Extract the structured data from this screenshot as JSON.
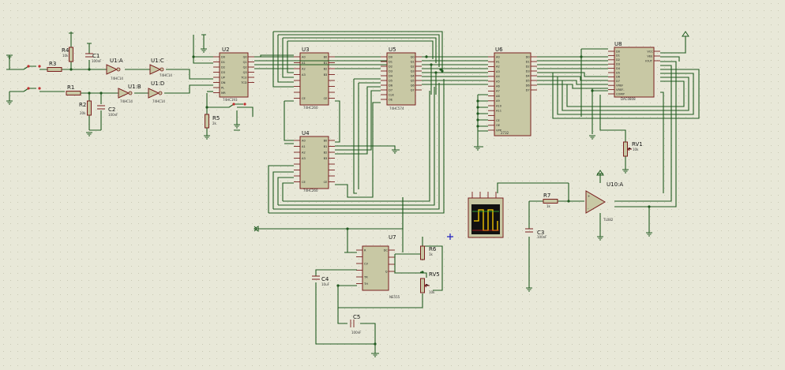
{
  "labels": {
    "u1a": "U1:A",
    "u1b": "U1:B",
    "u1c": "U1:C",
    "u1d": "U1:D",
    "u2": "U2",
    "u3": "U3",
    "u4": "U4",
    "u5": "U5",
    "u6": "U6",
    "u7": "U7",
    "u8": "U8",
    "u10a": "U10:A",
    "r1": "R1",
    "r2": "R2",
    "r3": "R3",
    "r4": "R4",
    "r5": "R5",
    "r6": "R6",
    "r7": "R7",
    "rv1": "RV1",
    "rv5": "RV5",
    "c1": "C1",
    "c2": "C2",
    "c3": "C3",
    "c4": "C4",
    "c5": "C5"
  },
  "values": {
    "r4": "10k",
    "c1": "100nF",
    "r2": "20k",
    "c2": "100nF",
    "r5": "2k",
    "rv1": "10k",
    "r6": "1k",
    "rv5": "10k",
    "c4": "10uF",
    "c5": "100nF",
    "r7": "1k",
    "c3": "100nF",
    "u1": "74HC14",
    "u2": "74HC193",
    "u3": "74HC260",
    "u4": "74HC260",
    "u5": "74HC574",
    "u6": "2732",
    "u7": "NE555",
    "u8": "DAC0808",
    "u10": "TL082"
  },
  "pins": {
    "u2_left": [
      "D0",
      "D1",
      "D2",
      "D3",
      "UP",
      "DN",
      "PL",
      "MR"
    ],
    "u2_right": [
      "Q0",
      "Q1",
      "Q2",
      "Q3",
      "TCU",
      "TCD"
    ],
    "u3_left": [
      "A0",
      "A1",
      "A2",
      "A3",
      "",
      "",
      "",
      "CE"
    ],
    "u3_right": [
      "B0",
      "B1",
      "B2",
      "B3",
      "",
      "",
      "",
      "CE"
    ],
    "u5_left": [
      "D0",
      "D1",
      "D2",
      "D3",
      "D4",
      "D5",
      "D6",
      "D7",
      "CLK",
      "OE"
    ],
    "u5_right": [
      "Q0",
      "Q1",
      "Q2",
      "Q3",
      "Q4",
      "Q5",
      "Q6",
      "Q7"
    ],
    "u6_left": [
      "A0",
      "A1",
      "A2",
      "A3",
      "A4",
      "A5",
      "A6",
      "A7",
      "A8",
      "A9",
      "A10",
      "A11",
      "",
      "CE",
      "OE",
      "VPP"
    ],
    "u6_right": [
      "D0",
      "D1",
      "D2",
      "D3",
      "D4",
      "D5",
      "D6",
      "D7"
    ],
    "u8_left": [
      "D0",
      "D1",
      "D2",
      "D3",
      "D4",
      "D5",
      "D6",
      "D7",
      "VREF",
      "VREF-",
      "COMP"
    ],
    "u8_right": [
      "VCC",
      "VEE",
      "IOUT"
    ],
    "u7_left": [
      "R",
      "",
      "CV",
      "",
      "TR",
      "TH"
    ],
    "u7_right": [
      "DC",
      "",
      "",
      "Q"
    ]
  },
  "colors": {
    "wire": "#1f5a1f",
    "chip": "#c8c8a4",
    "pin": "#7a1f1f",
    "background": "#e8e8d8",
    "scope_trace": "#ffd000"
  }
}
